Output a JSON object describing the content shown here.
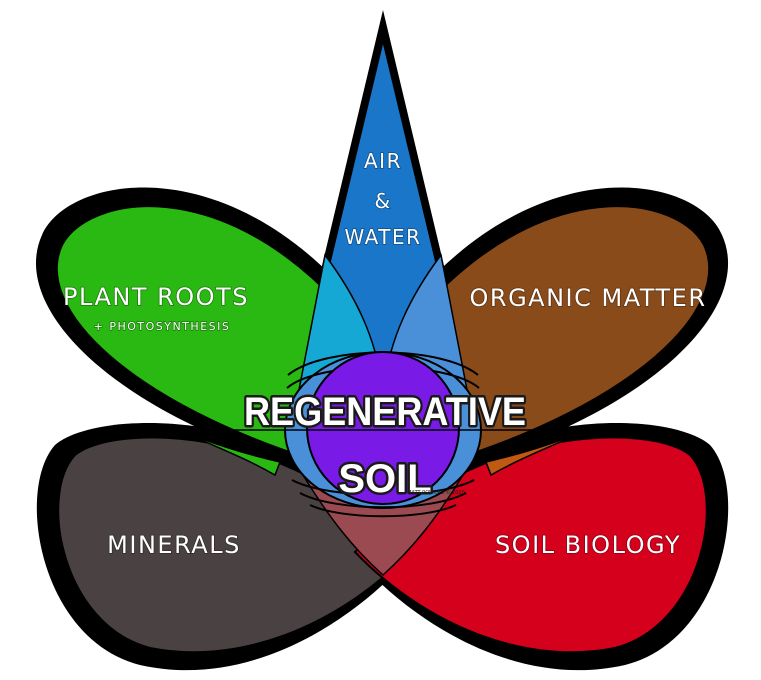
{
  "labels": {
    "air_line1": "AIR",
    "air_line2": "&",
    "air_line3": "WATER",
    "plant_title": "PLANT ROOTS",
    "plant_subtitle": "+ PHOTOSYNTHESIS",
    "organic": "ORGANIC MATTER",
    "minerals": "MINERALS",
    "biology": "SOIL BIOLOGY",
    "center_line1": "REGENERATIVE",
    "center_line2": "SOIL",
    "credit": "MATT POWERS © 2020"
  },
  "colors": {
    "air": "#1a76c8",
    "plant": "#2ab812",
    "organic": "#8a4b1a",
    "minerals": "#4a4242",
    "biology": "#d4001c",
    "center": "#7a1ae6",
    "outline": "#000000",
    "inner_blue": "#4a90d9",
    "inner_cyan": "#15a8d4",
    "inner_purple_brown": "#9a4a50"
  }
}
